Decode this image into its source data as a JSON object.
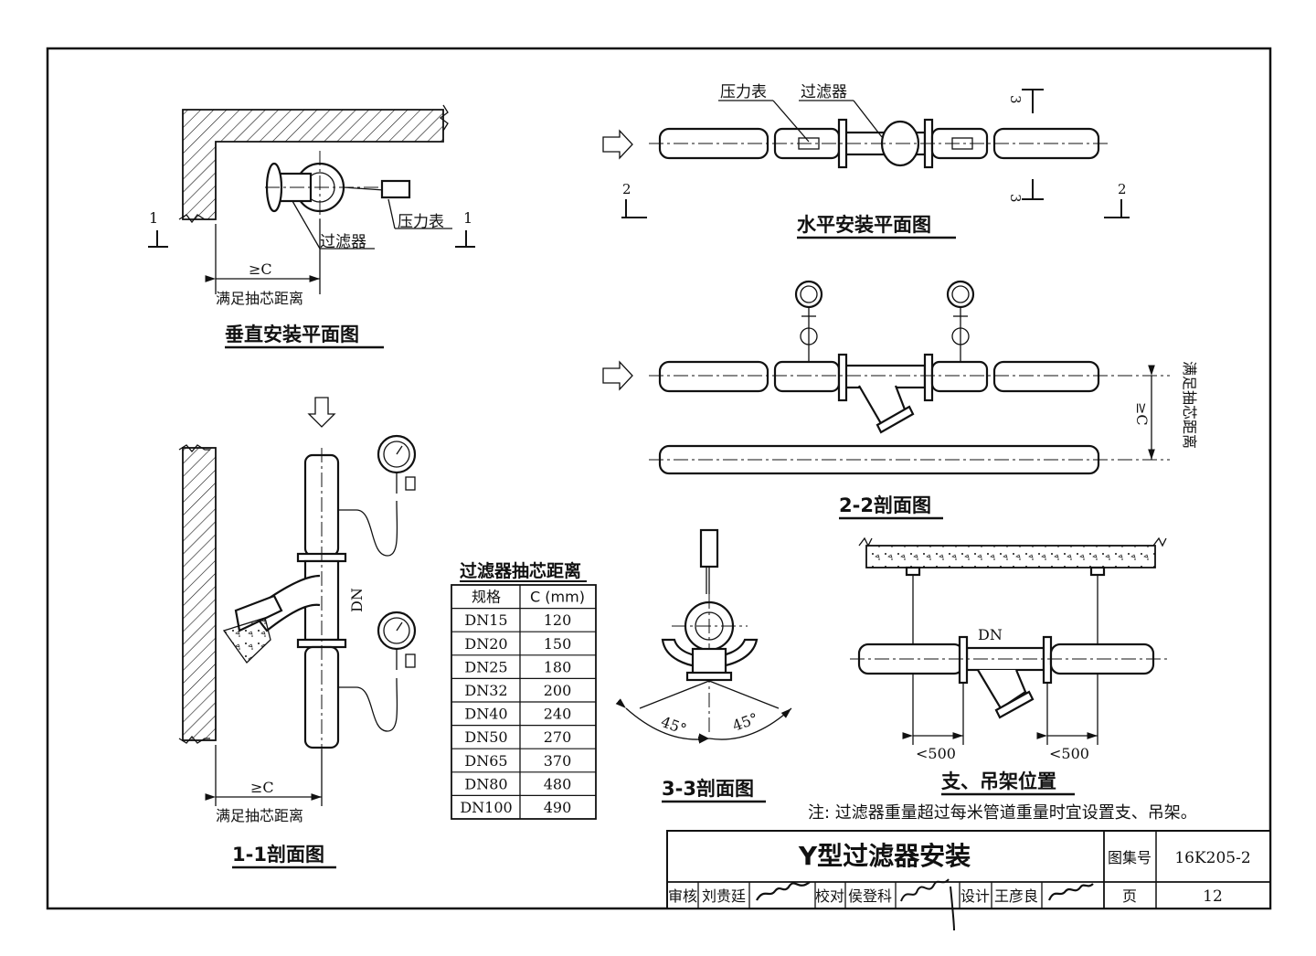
{
  "views": {
    "vertical_plan": {
      "title": "垂直安装平面图",
      "filter": "过滤器",
      "gauge": "压力表",
      "dim": "≥C",
      "dim_note": "满足抽芯距离",
      "section_mark": "1"
    },
    "horizontal_plan": {
      "title": "水平安装平面图",
      "gauge": "压力表",
      "filter": "过滤器",
      "mark_2": "2",
      "mark_3": "3"
    },
    "section_2_2": {
      "title": "2-2剖面图",
      "dim": "≥C",
      "dim_note": "满足抽芯距离"
    },
    "section_1_1": {
      "title": "1-1剖面图",
      "pipe_label": "DN",
      "dim": "≥C",
      "dim_note": "满足抽芯距离"
    },
    "section_3_3": {
      "title": "3-3剖面图",
      "angle_left": "45°",
      "angle_right": "45°"
    },
    "support": {
      "title": "支、吊架位置",
      "pipe_label": "DN",
      "dim_left": "<500",
      "dim_right": "<500"
    }
  },
  "table": {
    "title": "过滤器抽芯距离",
    "headers": [
      "规格",
      "C (mm)"
    ],
    "rows": [
      [
        "DN15",
        "120"
      ],
      [
        "DN20",
        "150"
      ],
      [
        "DN25",
        "180"
      ],
      [
        "DN32",
        "200"
      ],
      [
        "DN40",
        "240"
      ],
      [
        "DN50",
        "270"
      ],
      [
        "DN65",
        "370"
      ],
      [
        "DN80",
        "480"
      ],
      [
        "DN100",
        "490"
      ]
    ]
  },
  "note": "注: 过滤器重量超过每米管道重量时宜设置支、吊架。",
  "title_block": {
    "drawing_title": "Y型过滤器安装",
    "atlas_label": "图集号",
    "atlas_no": "16K205-2",
    "review_label": "审核",
    "reviewer": "刘贵廷",
    "check_label": "校对",
    "checker": "侯登科",
    "design_label": "设计",
    "designer": "王彦良",
    "page_label": "页",
    "page_no": "12"
  }
}
